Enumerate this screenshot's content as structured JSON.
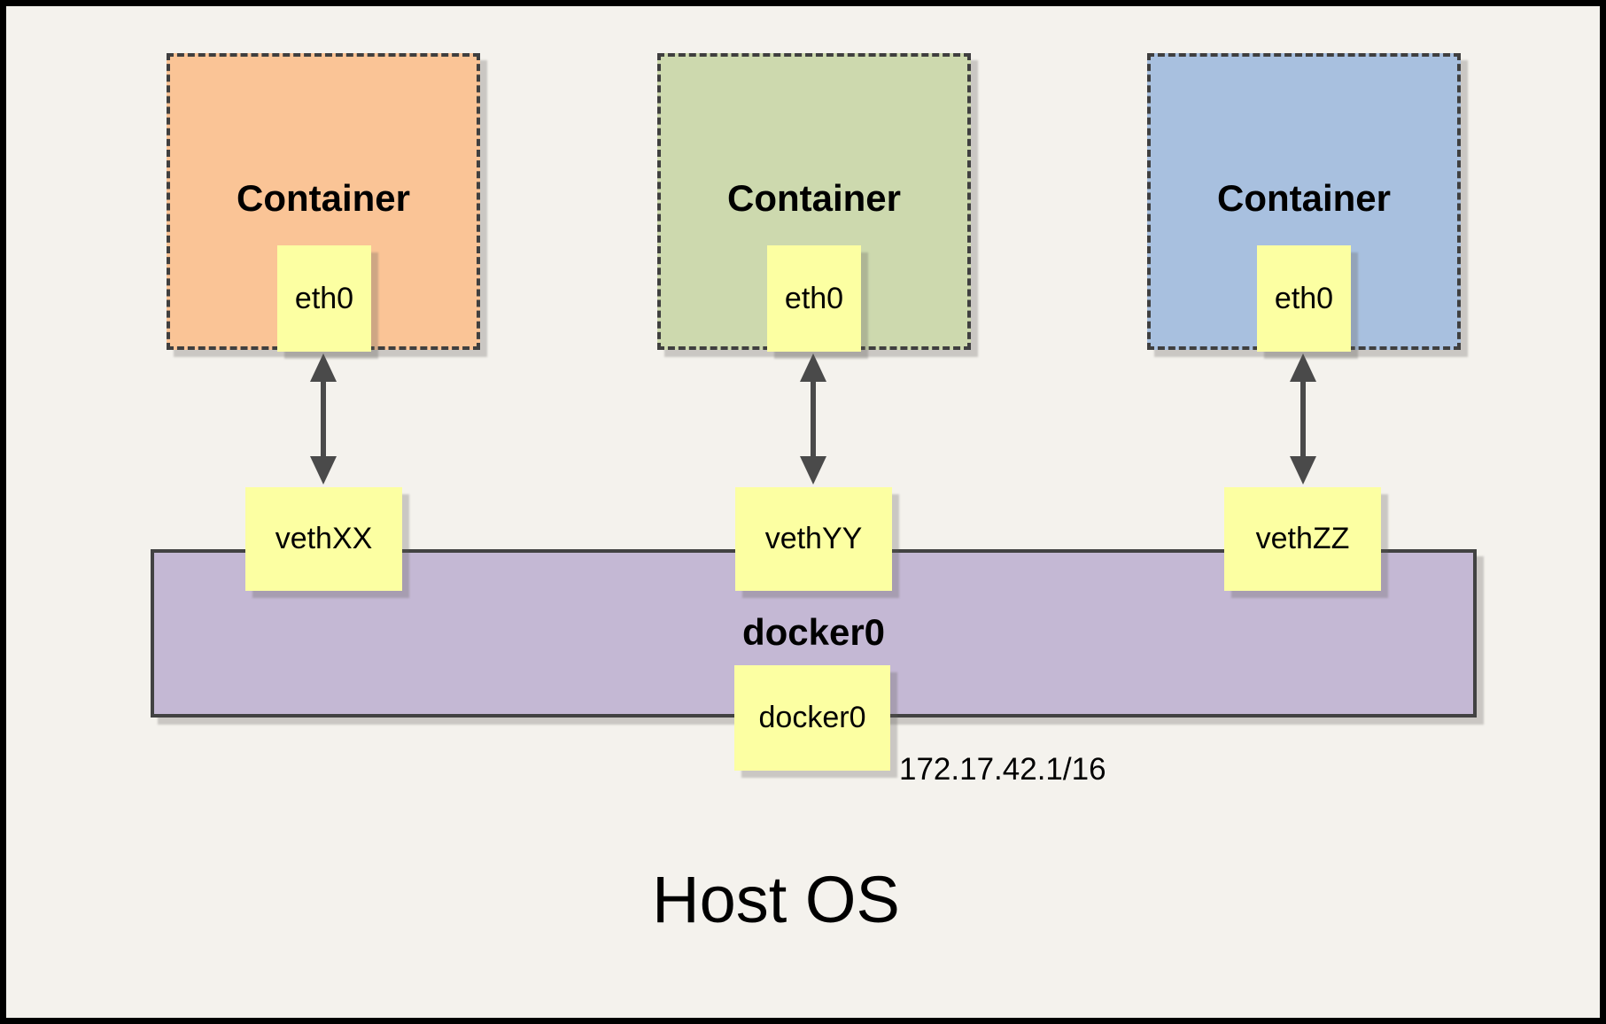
{
  "diagram": {
    "background": "#F4F2ED",
    "frame_color": "#000000",
    "containers": [
      {
        "label": "Container",
        "iface": "eth0",
        "fill": "#FAC496"
      },
      {
        "label": "Container",
        "iface": "eth0",
        "fill": "#CDD9AE"
      },
      {
        "label": "Container",
        "iface": "eth0",
        "fill": "#A8C0DF"
      }
    ],
    "veths": [
      {
        "label": "vethXX"
      },
      {
        "label": "vethYY"
      },
      {
        "label": "vethZZ"
      }
    ],
    "bridge": {
      "title": "docker0",
      "iface": "docker0",
      "ip": "172.17.42.1/16",
      "fill": "#C4B8D4"
    },
    "host": {
      "label": "Host OS"
    },
    "palette": {
      "node_fill": "#FCFFA2",
      "line_color": "#4A4A4A",
      "border_color": "#3F3F3F"
    }
  }
}
